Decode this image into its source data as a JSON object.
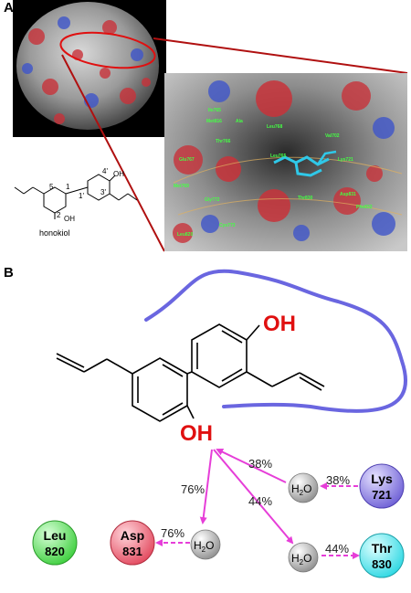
{
  "panel_a": {
    "label": "A",
    "compound_name": "honokiol",
    "structure_labels": {
      "oh_top": "4'",
      "oh_top_text": "OH",
      "oh_bottom_num": "2",
      "oh_bottom_text": "OH",
      "pos5": "5",
      "pos1": "1",
      "pos1p": "1'",
      "pos3p": "3'"
    },
    "pocket_residues": [
      "Ile765",
      "Met816",
      "Ala",
      "Thr766",
      "Leu768",
      "Val702",
      "Glu767",
      "Leu765",
      "Lys721",
      "Met769",
      "Gly772",
      "Thr830",
      "Asp831",
      "Phe832",
      "Leu820",
      "Cys773"
    ]
  },
  "panel_b": {
    "label": "B",
    "oh_top": "OH",
    "oh_bottom": "OH",
    "water": "H",
    "water_sub": "2",
    "water_o": "O",
    "residues": [
      {
        "name": "Leu",
        "num": "820",
        "color": "#5fe35f"
      },
      {
        "name": "Asp",
        "num": "831",
        "color": "#f06a7c"
      },
      {
        "name": "Lys",
        "num": "721",
        "color": "#8a7ee0"
      },
      {
        "name": "Thr",
        "num": "830",
        "color": "#5ee8ef"
      }
    ],
    "percentages": {
      "oh_to_asp": "76%",
      "water_to_asp": "76%",
      "oh_to_water_lys": "38%",
      "lys_to_water": "38%",
      "oh_to_water_thr": "44%",
      "water_to_thr": "44%"
    }
  }
}
